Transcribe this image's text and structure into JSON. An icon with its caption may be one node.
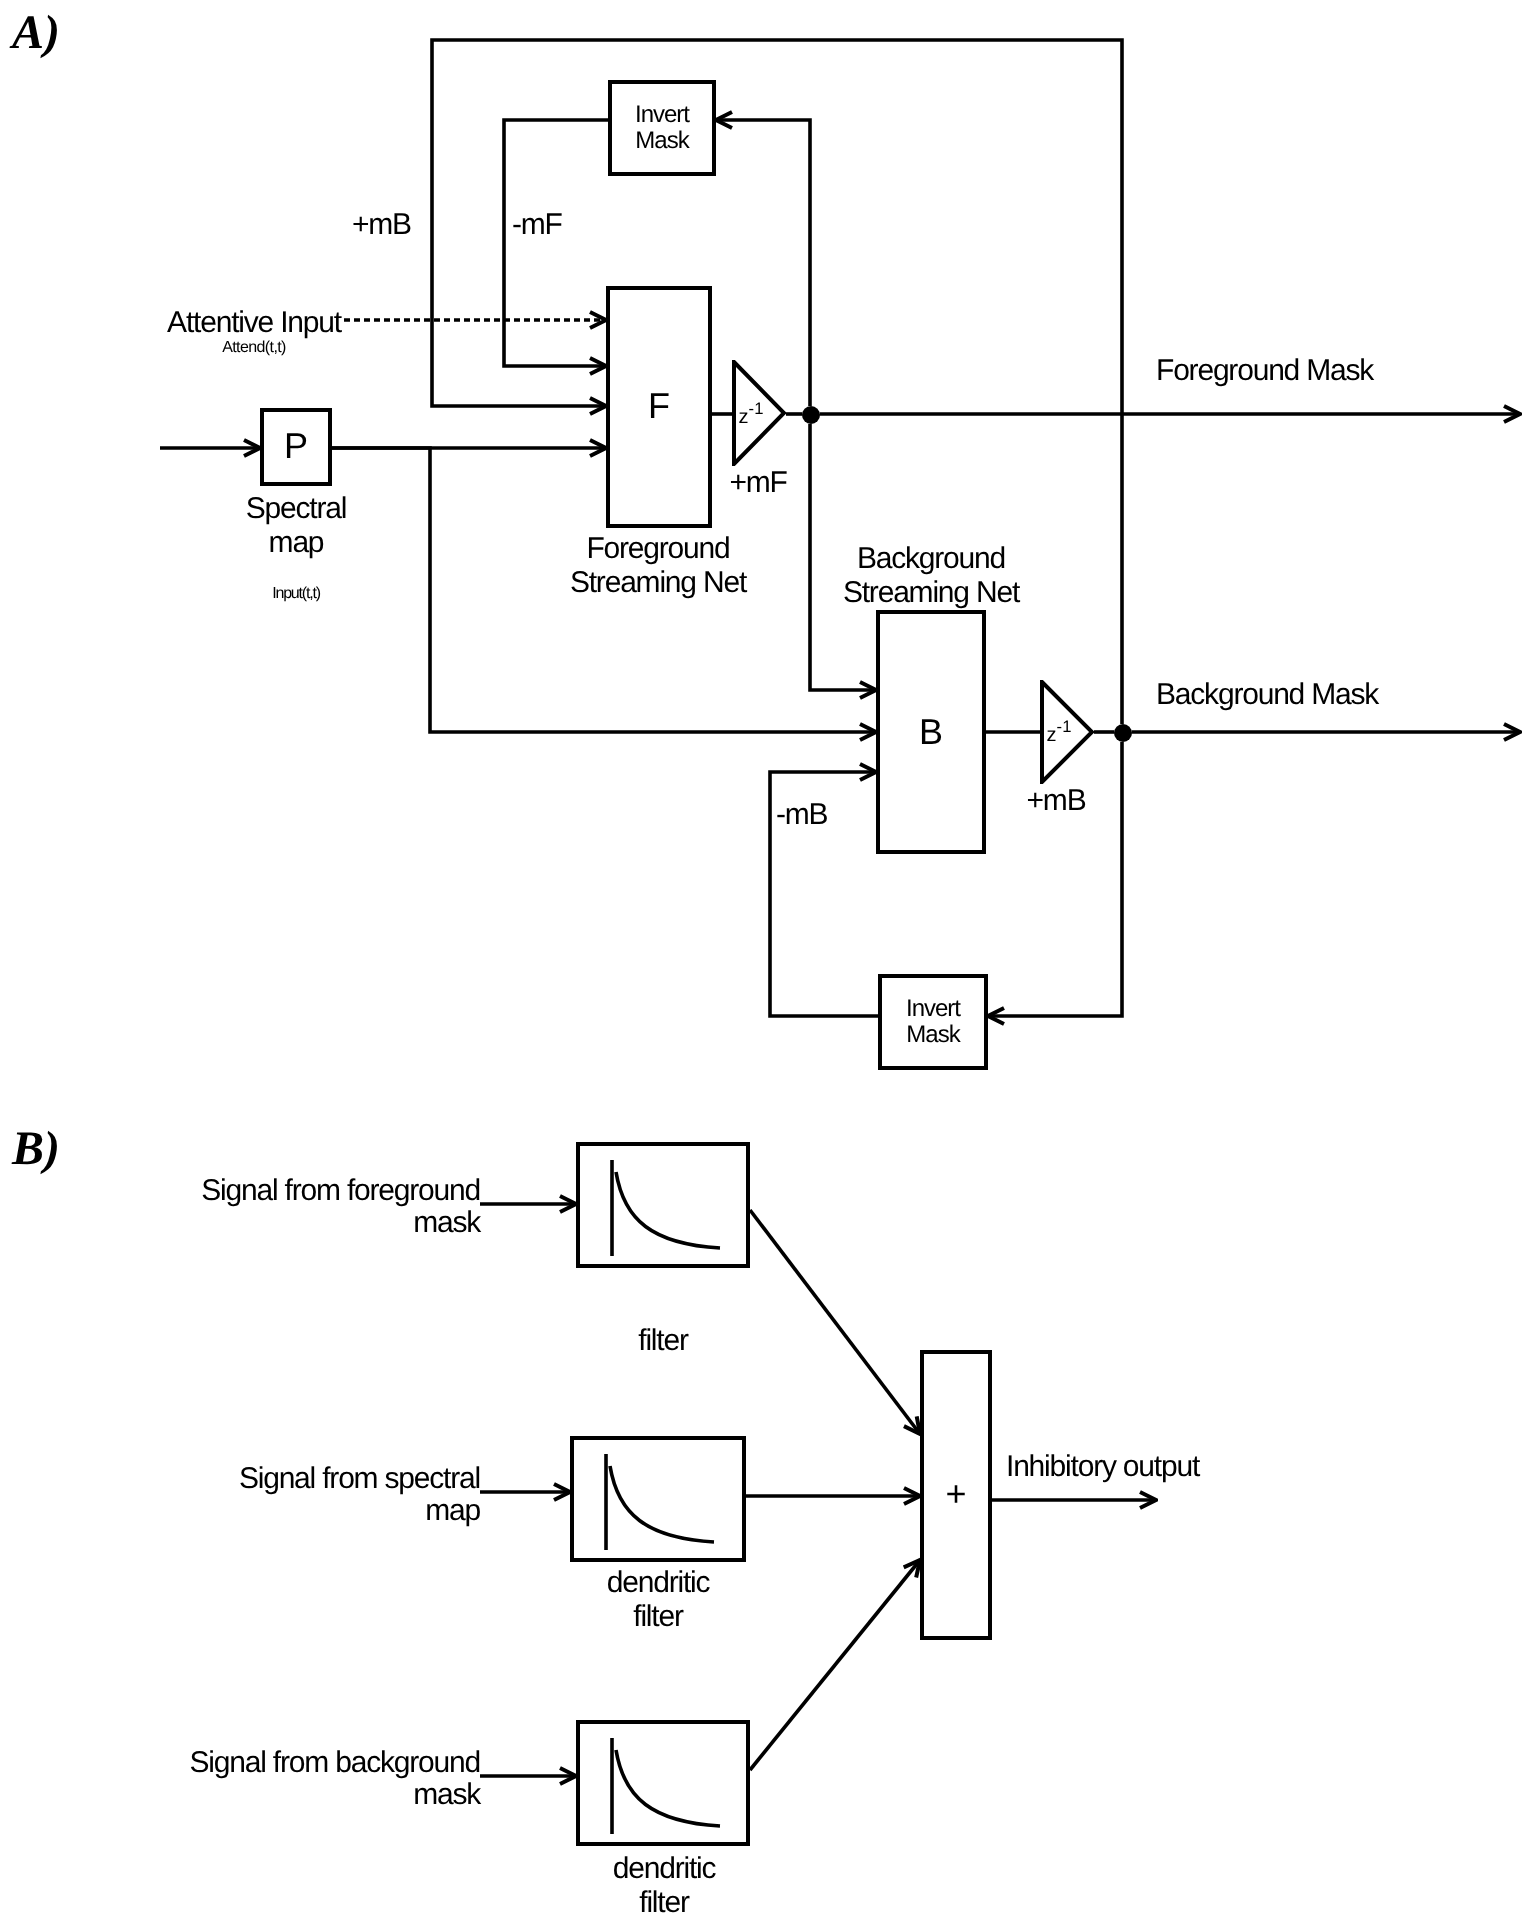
{
  "diagram": {
    "nodes": [
      {
        "text": [
          "Invert Mask"
        ]
      },
      {
        "text": [
          "Attentive Input",
          "Attend(t,t)"
        ]
      },
      {
        "text": [
          "P"
        ],
        "beside": [
          "Spectral map",
          "Input(t,t)"
        ]
      },
      {
        "text": [
          "F"
        ],
        "beside": [
          "Foreground Streaming Net"
        ]
      },
      {
        "text": [
          "z$^{-1}$"
        ],
        "beside": [
          "+mF"
        ]
      },
      {
        "text": [],
        "shape": "circle"
      },
      {
        "text": [
          "B"
        ],
        "beside": [
          "Background Streaming Net"
        ]
      },
      {
        "text": [
          "z$^{-1}$"
        ],
        "beside": [
          "+mB"
        ]
      },
      {
        "text": [],
        "shape": "circle"
      },
      {
        "text": [
          "Invert Mask"
        ]
      },
      {
        "text": [
          "Signal from foreground mask"
        ]
      },
      {
        "text": [],
        "shape": "box",
        "beside": [
          "filter"
        ]
      },
      {
        "text": [
          "Signal from spectral map"
        ]
      },
      {
        "text": [],
        "shape": "box",
        "beside": [
          "dendritic filter"
        ]
      },
      {
        "text": [
          "Signal from background mask"
        ]
      },
      {
        "text": [],
        "shape": "box",
        "beside": [
          "dendritic filter"
        ]
      },
      {
        "text": [
          "+"
        ]
      }
    ],
    "edges": [
      {
        "from": null,
        "to": 2,
        "arrow": "to"
      },
      {
        "from": 2,
        "to": 3,
        "arrow": "to"
      },
      {
        "from": 2,
        "to": 6,
        "arrow": "to"
      },
      {
        "from": 1,
        "to": 3,
        "arrow": "to",
        "style": "dashed"
      },
      {
        "from": 0,
        "to": 3,
        "arrow": "to",
        "label": "-mF"
      },
      {
        "from": 8,
        "to": 3,
        "arrow": "to",
        "label": "+mB"
      },
      {
        "from": 3,
        "to": 4,
        "arrow": "none"
      },
      {
        "from": 4,
        "to": 5,
        "arrow": "none"
      },
      {
        "from": 5,
        "to": 0,
        "arrow": "to"
      },
      {
        "from": 5,
        "to": null,
        "arrow": "to",
        "label": "Foreground Mask"
      },
      {
        "from": 5,
        "to": 6,
        "arrow": "to"
      },
      {
        "from": 6,
        "to": 7,
        "arrow": "none"
      },
      {
        "from": 7,
        "to": 8,
        "arrow": "none"
      },
      {
        "from": 8,
        "to": null,
        "arrow": "to",
        "label": "Background Mask"
      },
      {
        "from": 8,
        "to": 9,
        "arrow": "to"
      },
      {
        "from": 9,
        "to": 6,
        "arrow": "to",
        "label": "-mB"
      },
      {
        "from": 10,
        "to": 11,
        "arrow": "to"
      },
      {
        "from": 11,
        "to": 16,
        "arrow": "to"
      },
      {
        "from": 12,
        "to": 13,
        "arrow": "to"
      },
      {
        "from": 13,
        "to": 16,
        "arrow": "to"
      },
      {
        "from": 14,
        "to": 15,
        "arrow": "to"
      },
      {
        "from": 15,
        "to": 16,
        "arrow": "to"
      },
      {
        "from": 16,
        "to": null,
        "arrow": "to",
        "label": "Inhibitory output"
      }
    ],
    "labels": [
      "A)",
      "B)"
    ]
  }
}
